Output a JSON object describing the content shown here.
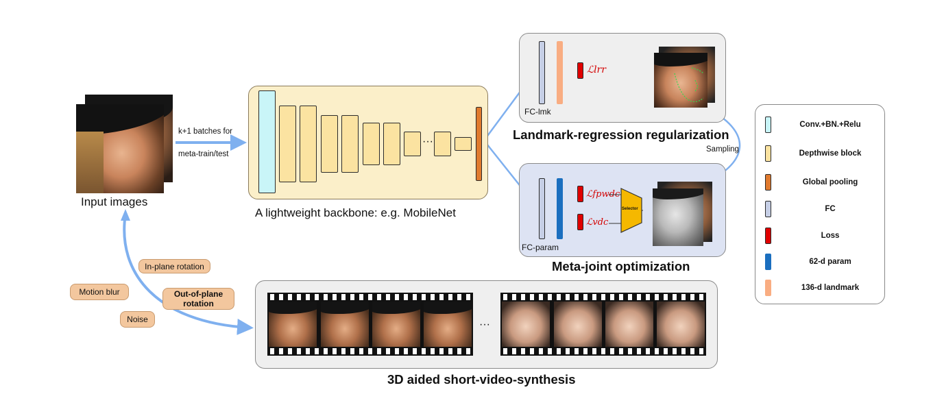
{
  "input": {
    "caption": "Input images",
    "arrow_label_line1": "k+1 batches for",
    "arrow_label_line2": "meta-train/test"
  },
  "backbone": {
    "caption": "A lightweight backbone: e.g. MobileNet",
    "ellipsis": "···"
  },
  "landmark_panel": {
    "fc_label": "FC-lmk",
    "loss_label": "ℒlrr",
    "title": "Landmark-regression regularization"
  },
  "meta_panel": {
    "fc_label": "FC-param",
    "loss1_label": "ℒfpwdc",
    "loss2_label": "ℒvdc",
    "selector_label": "Selector",
    "title": "Meta-joint optimization"
  },
  "sampling_label": "Sampling",
  "augment_tags": {
    "in_plane": "In-plane rotation",
    "motion_blur": "Motion blur",
    "out_of_plane": "Out-of-plane rotation",
    "noise": "Noise"
  },
  "video": {
    "ellipsis": "···",
    "title": "3D aided short-video-synthesis"
  },
  "legend": {
    "items": [
      {
        "label": "Conv.+BN.+Relu",
        "color": "#c9f5f8"
      },
      {
        "label": "Depthwise block",
        "color": "#fbe3a1"
      },
      {
        "label": "Global pooling",
        "color": "#e07a2e"
      },
      {
        "label": "FC",
        "color": "#c6cfe6"
      },
      {
        "label": "Loss",
        "color": "#e00000"
      },
      {
        "label": "62-d param",
        "color": "#1b6fbf"
      },
      {
        "label": "136-d landmark",
        "color": "#f9ad82"
      }
    ]
  },
  "colors": {
    "backbone_bg": "#fbefc9",
    "panel_bg": "#efefef",
    "meta_bg": "#dde3f3",
    "arrow": "#7fb0ef",
    "selector": "#f5b800"
  }
}
